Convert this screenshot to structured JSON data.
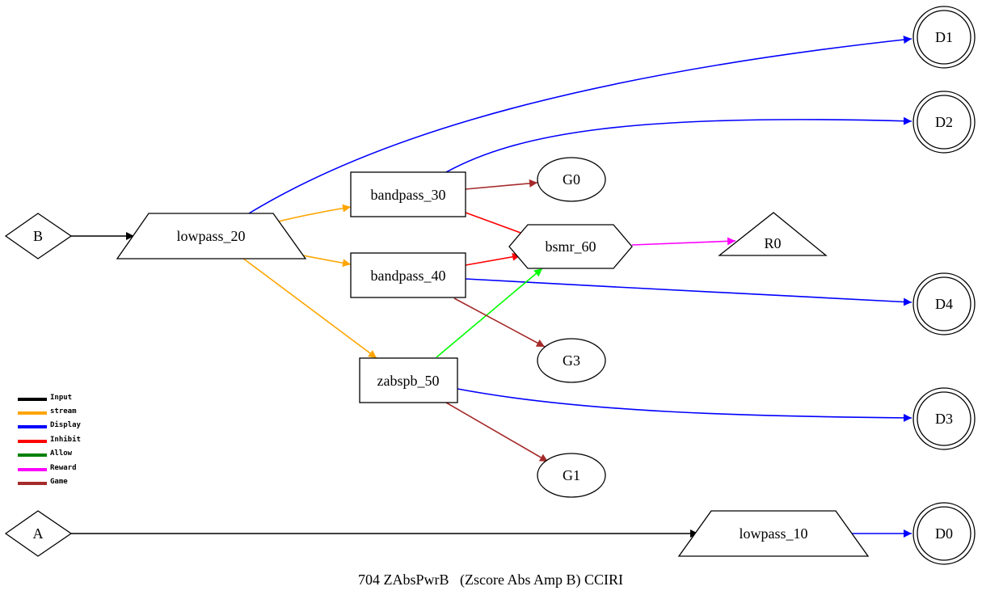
{
  "caption": "704 ZAbsPwrB   (Zscore Abs Amp B) CCIRI",
  "colors": {
    "input": "#000000",
    "stream": "#ffa500",
    "display": "#0000ff",
    "inhibit": "#ff0000",
    "allow": "#008000",
    "allow_edge": "#00ff00",
    "reward": "#ff00ff",
    "game": "#a52a2a"
  },
  "legend": [
    {
      "label": "Input",
      "color": "#000000"
    },
    {
      "label": "stream",
      "color": "#ffa500"
    },
    {
      "label": "Display",
      "color": "#0000ff"
    },
    {
      "label": "Inhibit",
      "color": "#ff0000"
    },
    {
      "label": "Allow",
      "color": "#008000"
    },
    {
      "label": "Reward",
      "color": "#ff00ff"
    },
    {
      "label": "Game",
      "color": "#a52a2a"
    }
  ],
  "nodes": {
    "B": "B",
    "A": "A",
    "lowpass_20": "lowpass_20",
    "lowpass_10": "lowpass_10",
    "bandpass_30": "bandpass_30",
    "bandpass_40": "bandpass_40",
    "zabspb_50": "zabspb_50",
    "bsmr_60": "bsmr_60",
    "R0": "R0",
    "G0": "G0",
    "G1": "G1",
    "G3": "G3",
    "D0": "D0",
    "D1": "D1",
    "D2": "D2",
    "D3": "D3",
    "D4": "D4"
  },
  "edges": [
    {
      "from": "B",
      "to": "lowpass_20",
      "type": "Input"
    },
    {
      "from": "A",
      "to": "lowpass_10",
      "type": "Input"
    },
    {
      "from": "lowpass_20",
      "to": "bandpass_30",
      "type": "stream"
    },
    {
      "from": "lowpass_20",
      "to": "bandpass_40",
      "type": "stream"
    },
    {
      "from": "lowpass_20",
      "to": "zabspb_50",
      "type": "stream"
    },
    {
      "from": "lowpass_20",
      "to": "D1",
      "type": "Display"
    },
    {
      "from": "bandpass_30",
      "to": "D2",
      "type": "Display"
    },
    {
      "from": "bandpass_40",
      "to": "D4",
      "type": "Display"
    },
    {
      "from": "zabspb_50",
      "to": "D3",
      "type": "Display"
    },
    {
      "from": "lowpass_10",
      "to": "D0",
      "type": "Display"
    },
    {
      "from": "bandpass_30",
      "to": "bsmr_60",
      "type": "Inhibit"
    },
    {
      "from": "bandpass_40",
      "to": "bsmr_60",
      "type": "Inhibit"
    },
    {
      "from": "zabspb_50",
      "to": "bsmr_60",
      "type": "Allow"
    },
    {
      "from": "bsmr_60",
      "to": "R0",
      "type": "Reward"
    },
    {
      "from": "bandpass_30",
      "to": "G0",
      "type": "Game"
    },
    {
      "from": "bandpass_40",
      "to": "G3",
      "type": "Game"
    },
    {
      "from": "zabspb_50",
      "to": "G1",
      "type": "Game"
    }
  ]
}
